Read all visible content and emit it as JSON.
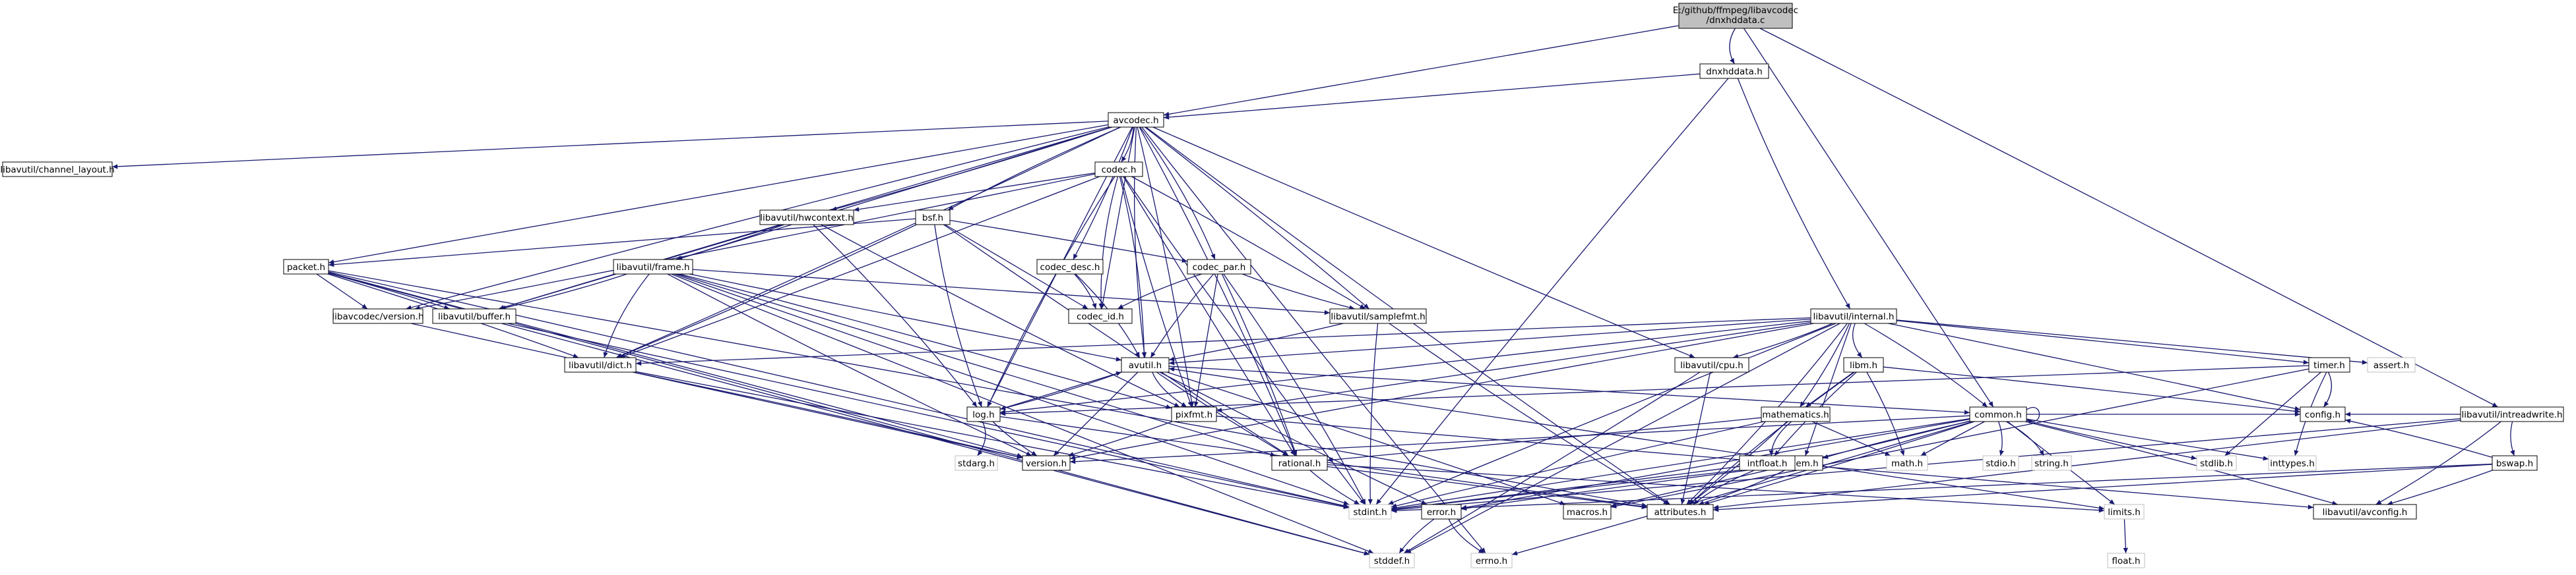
{
  "colors": {
    "edge": "#191970",
    "edge_light": "#a8a8a8",
    "focus_fill": "#bfbfbf",
    "node_fill": "#ffffff",
    "border": "#000000",
    "border_light": "#bfbfbf"
  },
  "nodes": {
    "root": [
      "E:/github/ffmpeg/libavcodec",
      "/dnxhddata.c"
    ],
    "dnxhddata": "dnxhddata.h",
    "avcodec": "avcodec.h",
    "ch_layout": "libavutil/channel_layout.h",
    "codec": "codec.h",
    "hwcontext": "libavutil/hwcontext.h",
    "bsf": "bsf.h",
    "packet": "packet.h",
    "frame": "libavutil/frame.h",
    "codec_desc": "codec_desc.h",
    "codec_par": "codec_par.h",
    "lavc_version": "libavcodec/version.h",
    "buffer": "libavutil/buffer.h",
    "codec_id": "codec_id.h",
    "samplefmt": "libavutil/samplefmt.h",
    "internal": "libavutil/internal.h",
    "dict": "libavutil/dict.h",
    "avutil": "avutil.h",
    "cpu": "libavutil/cpu.h",
    "libm": "libm.h",
    "timer": "timer.h",
    "assert": "assert.h",
    "intreadwrite": "libavutil/intreadwrite.h",
    "log": "log.h",
    "pixfmt": "pixfmt.h",
    "common": "common.h",
    "config": "config.h",
    "mathematics": "mathematics.h",
    "stdarg": "stdarg.h",
    "version": "version.h",
    "rational": "rational.h",
    "mem": "mem.h",
    "intfloat": "intfloat.h",
    "math": "math.h",
    "stdio": "stdio.h",
    "string": "string.h",
    "stdlib": "stdlib.h",
    "inttypes": "inttypes.h",
    "bswap": "bswap.h",
    "stdint": "stdint.h",
    "error": "error.h",
    "macros": "macros.h",
    "attributes": "attributes.h",
    "limits": "limits.h",
    "avconfig": "libavutil/avconfig.h",
    "stddef": "stddef.h",
    "errno": "errno.h",
    "float": "float.h"
  }
}
